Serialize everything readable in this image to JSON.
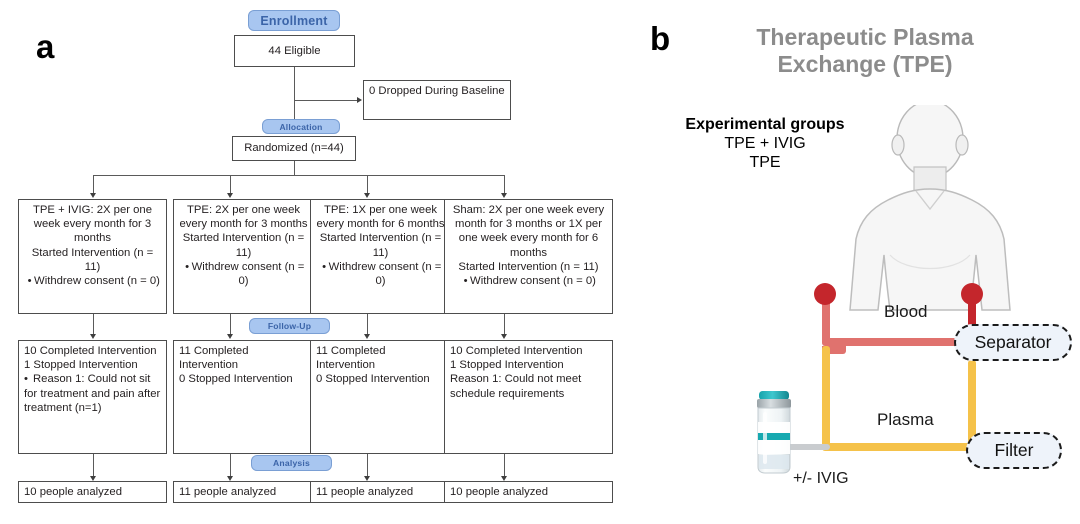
{
  "panels": {
    "a_letter": "a",
    "b_letter": "b"
  },
  "flowchart": {
    "badges": {
      "enrollment": "Enrollment",
      "allocation": "Allocation",
      "followup": "Follow-Up",
      "analysis": "Analysis"
    },
    "eligible": "44 Eligible",
    "dropped": "0 Dropped During Baseline",
    "randomized": "Randomized (n=44)",
    "arms": [
      {
        "title": "TPE + IVIG: 2X per one week every month for 3 months",
        "started": "Started Intervention (n = 11)",
        "bullet": "Withdrew consent (n = 0)",
        "followup_lines": [
          "10 Completed Intervention",
          "1 Stopped Intervention"
        ],
        "followup_bullet": "Reason 1: Could not sit  for treatment and pain after treatment (n=1)",
        "analysis": "10 people analyzed"
      },
      {
        "title": "TPE: 2X per one week every month for 3 months",
        "started": "Started Intervention (n = 11)",
        "bullet": "Withdrew consent (n = 0)",
        "followup_lines": [
          "11 Completed Intervention",
          "0 Stopped Intervention"
        ],
        "followup_bullet": "",
        "analysis": "11 people analyzed"
      },
      {
        "title": "TPE: 1X per one week every month for 6 months",
        "started": "Started Intervention (n = 11)",
        "bullet": "Withdrew consent (n = 0)",
        "followup_lines": [
          "11 Completed Intervention",
          "0 Stopped Intervention"
        ],
        "followup_bullet": "",
        "analysis": "11 people analyzed"
      },
      {
        "title": "Sham: 2X per one week every month for 3 months or 1X per one week every month for 6 months",
        "started": "Started Intervention (n = 11)",
        "bullet": "Withdrew consent (n = 0)",
        "followup_lines": [
          "10 Completed Intervention",
          "1 Stopped Intervention"
        ],
        "followup_bullet": "Reason 1: Could not meet schedule requirements",
        "analysis": "10 people analyzed"
      }
    ]
  },
  "tpe": {
    "title": "Therapeutic Plasma Exchange (TPE)",
    "experimental_heading": "Experimental groups",
    "experimental_items": [
      "TPE + IVIG",
      "TPE"
    ],
    "label_blood": "Blood",
    "label_plasma": "Plasma",
    "label_ivig": "+/- IVIG",
    "node_separator": "Separator",
    "node_filter": "Filter"
  },
  "colors": {
    "badge_fill": "#a8c6f0",
    "badge_text": "#3b64a8",
    "blood_tube": "#e0726e",
    "blood_tube_dark": "#c4262c",
    "plasma_tube": "#f5c24a",
    "ivig_tube": "#c9cccf",
    "node_fill": "#eef3fa",
    "title_gray": "#8c8c8c",
    "body_fill": "#f4f4f4"
  }
}
